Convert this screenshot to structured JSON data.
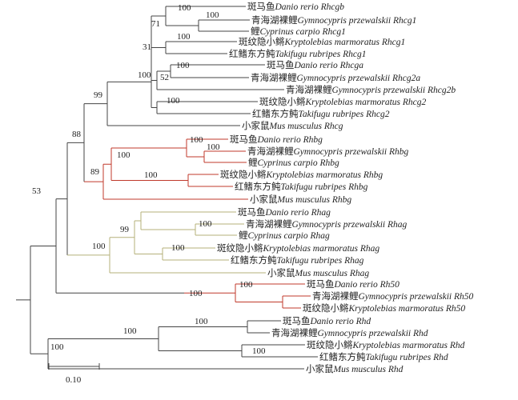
{
  "colors": {
    "default": "#444444",
    "rhbg_clade": "#c0392b",
    "rhag_clade": "#b5b07a",
    "rh50_clade": "#c0392b"
  },
  "scale_bar": {
    "label": "0.10"
  },
  "taxa": [
    {
      "id": "t01",
      "cn": "斑马鱼",
      "sci": "Danio rerio",
      "gene": "Rhcgb"
    },
    {
      "id": "t02",
      "cn": "青海湖裸鲤",
      "sci": "Gymnocypris przewalskii",
      "gene": "Rhcg1"
    },
    {
      "id": "t03",
      "cn": "鲤",
      "sci": "Cyprinus carpio",
      "gene": "Rhcg1"
    },
    {
      "id": "t04",
      "cn": "斑纹隐小鳉",
      "sci": "Kryptolebias marmoratus",
      "gene": "Rhcg1"
    },
    {
      "id": "t05",
      "cn": "红鳍东方鲀",
      "sci": "Takifugu rubripes",
      "gene": "Rhcg1"
    },
    {
      "id": "t06",
      "cn": "斑马鱼",
      "sci": "Danio rerio",
      "gene": "Rhcga"
    },
    {
      "id": "t07",
      "cn": "青海湖裸鲤",
      "sci": "Gymnocypris przewalskii",
      "gene": "Rhcg2a"
    },
    {
      "id": "t08",
      "cn": "青海湖裸鲤",
      "sci": "Gymnocypris przewalskii",
      "gene": "Rhcg2b"
    },
    {
      "id": "t09",
      "cn": "斑纹隐小鳉",
      "sci": "Kryptolebias marmoratus",
      "gene": "Rhcg2"
    },
    {
      "id": "t10",
      "cn": "红鳍东方鲀",
      "sci": "Takifugu rubripes",
      "gene": "Rhcg2"
    },
    {
      "id": "t11",
      "cn": "小家鼠",
      "sci": "Mus musculus",
      "gene": "Rhcg"
    },
    {
      "id": "t12",
      "cn": "斑马鱼",
      "sci": "Danio rerio",
      "gene": "Rhbg"
    },
    {
      "id": "t13",
      "cn": "青海湖裸鲤",
      "sci": "Gymnocypris przewalskii",
      "gene": "Rhbg"
    },
    {
      "id": "t14",
      "cn": "鲤",
      "sci": "Cyprinus carpio",
      "gene": "Rhbg"
    },
    {
      "id": "t15",
      "cn": "斑纹隐小鳉",
      "sci": "Kryptolebias marmoratus",
      "gene": "Rhbg"
    },
    {
      "id": "t16",
      "cn": "红鳍东方鲀",
      "sci": "Takifugu rubripes",
      "gene": "Rhbg"
    },
    {
      "id": "t17",
      "cn": "小家鼠",
      "sci": "Mus musculus",
      "gene": "Rhbg"
    },
    {
      "id": "t18",
      "cn": "斑马鱼",
      "sci": "Danio rerio",
      "gene": "Rhag"
    },
    {
      "id": "t19",
      "cn": "青海湖裸鲤",
      "sci": "Gymnocypris przewalskii",
      "gene": "Rhag"
    },
    {
      "id": "t20",
      "cn": "鲤",
      "sci": "Cyprinus carpio",
      "gene": "Rhag"
    },
    {
      "id": "t21",
      "cn": "斑纹隐小鳉",
      "sci": "Kryptolebias marmoratus",
      "gene": "Rhag"
    },
    {
      "id": "t22",
      "cn": "红鳍东方鲀",
      "sci": "Takifugu rubripes",
      "gene": "Rhag"
    },
    {
      "id": "t23",
      "cn": "小家鼠",
      "sci": "Mus musculus",
      "gene": "Rhag"
    },
    {
      "id": "t24",
      "cn": "斑马鱼",
      "sci": "Danio rerio",
      "gene": "Rh50"
    },
    {
      "id": "t25",
      "cn": "青海湖裸鲤",
      "sci": "Gymnocypris przewalskii",
      "gene": "Rh50"
    },
    {
      "id": "t26",
      "cn": "斑纹隐小鳉",
      "sci": "Kryptolebias marmoratus",
      "gene": "Rh50"
    },
    {
      "id": "t27",
      "cn": "斑马鱼",
      "sci": "Danio rerio",
      "gene": "Rhd"
    },
    {
      "id": "t28",
      "cn": "青海湖裸鲤",
      "sci": "Gymnocypris przewalskii",
      "gene": "Rhd"
    },
    {
      "id": "t29",
      "cn": "斑纹隐小鳉",
      "sci": "Kryptolebias marmoratus",
      "gene": "Rhd"
    },
    {
      "id": "t30",
      "cn": "红鳍东方鲀",
      "sci": "Takifugu rubripes",
      "gene": "Rhd"
    },
    {
      "id": "t31",
      "cn": "小家鼠",
      "sci": "Mus musculus",
      "gene": "Rhd"
    }
  ],
  "bootstrap_values": {
    "rhcg_cyprinid": "100",
    "gymno_cyprinus_rhcg1": "100",
    "rhcg1_clade": "71",
    "kryp_taki_rhcg1": "100",
    "rhcg_fish": "31",
    "rhcga_rhcg2a_rhcg2b": "100",
    "danio_rhcga_gymno_rhcg2a": "100",
    "gymno_rhcg2b_join": "52",
    "kryp_taki_rhcg2": "100",
    "rhcg_clade": "99",
    "rhcg_rhbg": "88",
    "rhbg_cyprinid": "100",
    "gymno_cyprinus_rhbg": "100",
    "rhbg_fish": "100",
    "kryp_taki_rhbg": "100",
    "rhbg_clade": "89",
    "root_node": "53",
    "rhag_cyprinid": "99",
    "gymno_cyprinus_rhag": "100",
    "kryp_taki_rhag": "100",
    "rhag_clade": "100",
    "gymno_kryp_rh50": "100",
    "rh50_clade": "100",
    "danio_gymno_rhd": "100",
    "kryp_taki_rhd": "100",
    "rhd_fish": "100",
    "rhd_clade": "100"
  }
}
